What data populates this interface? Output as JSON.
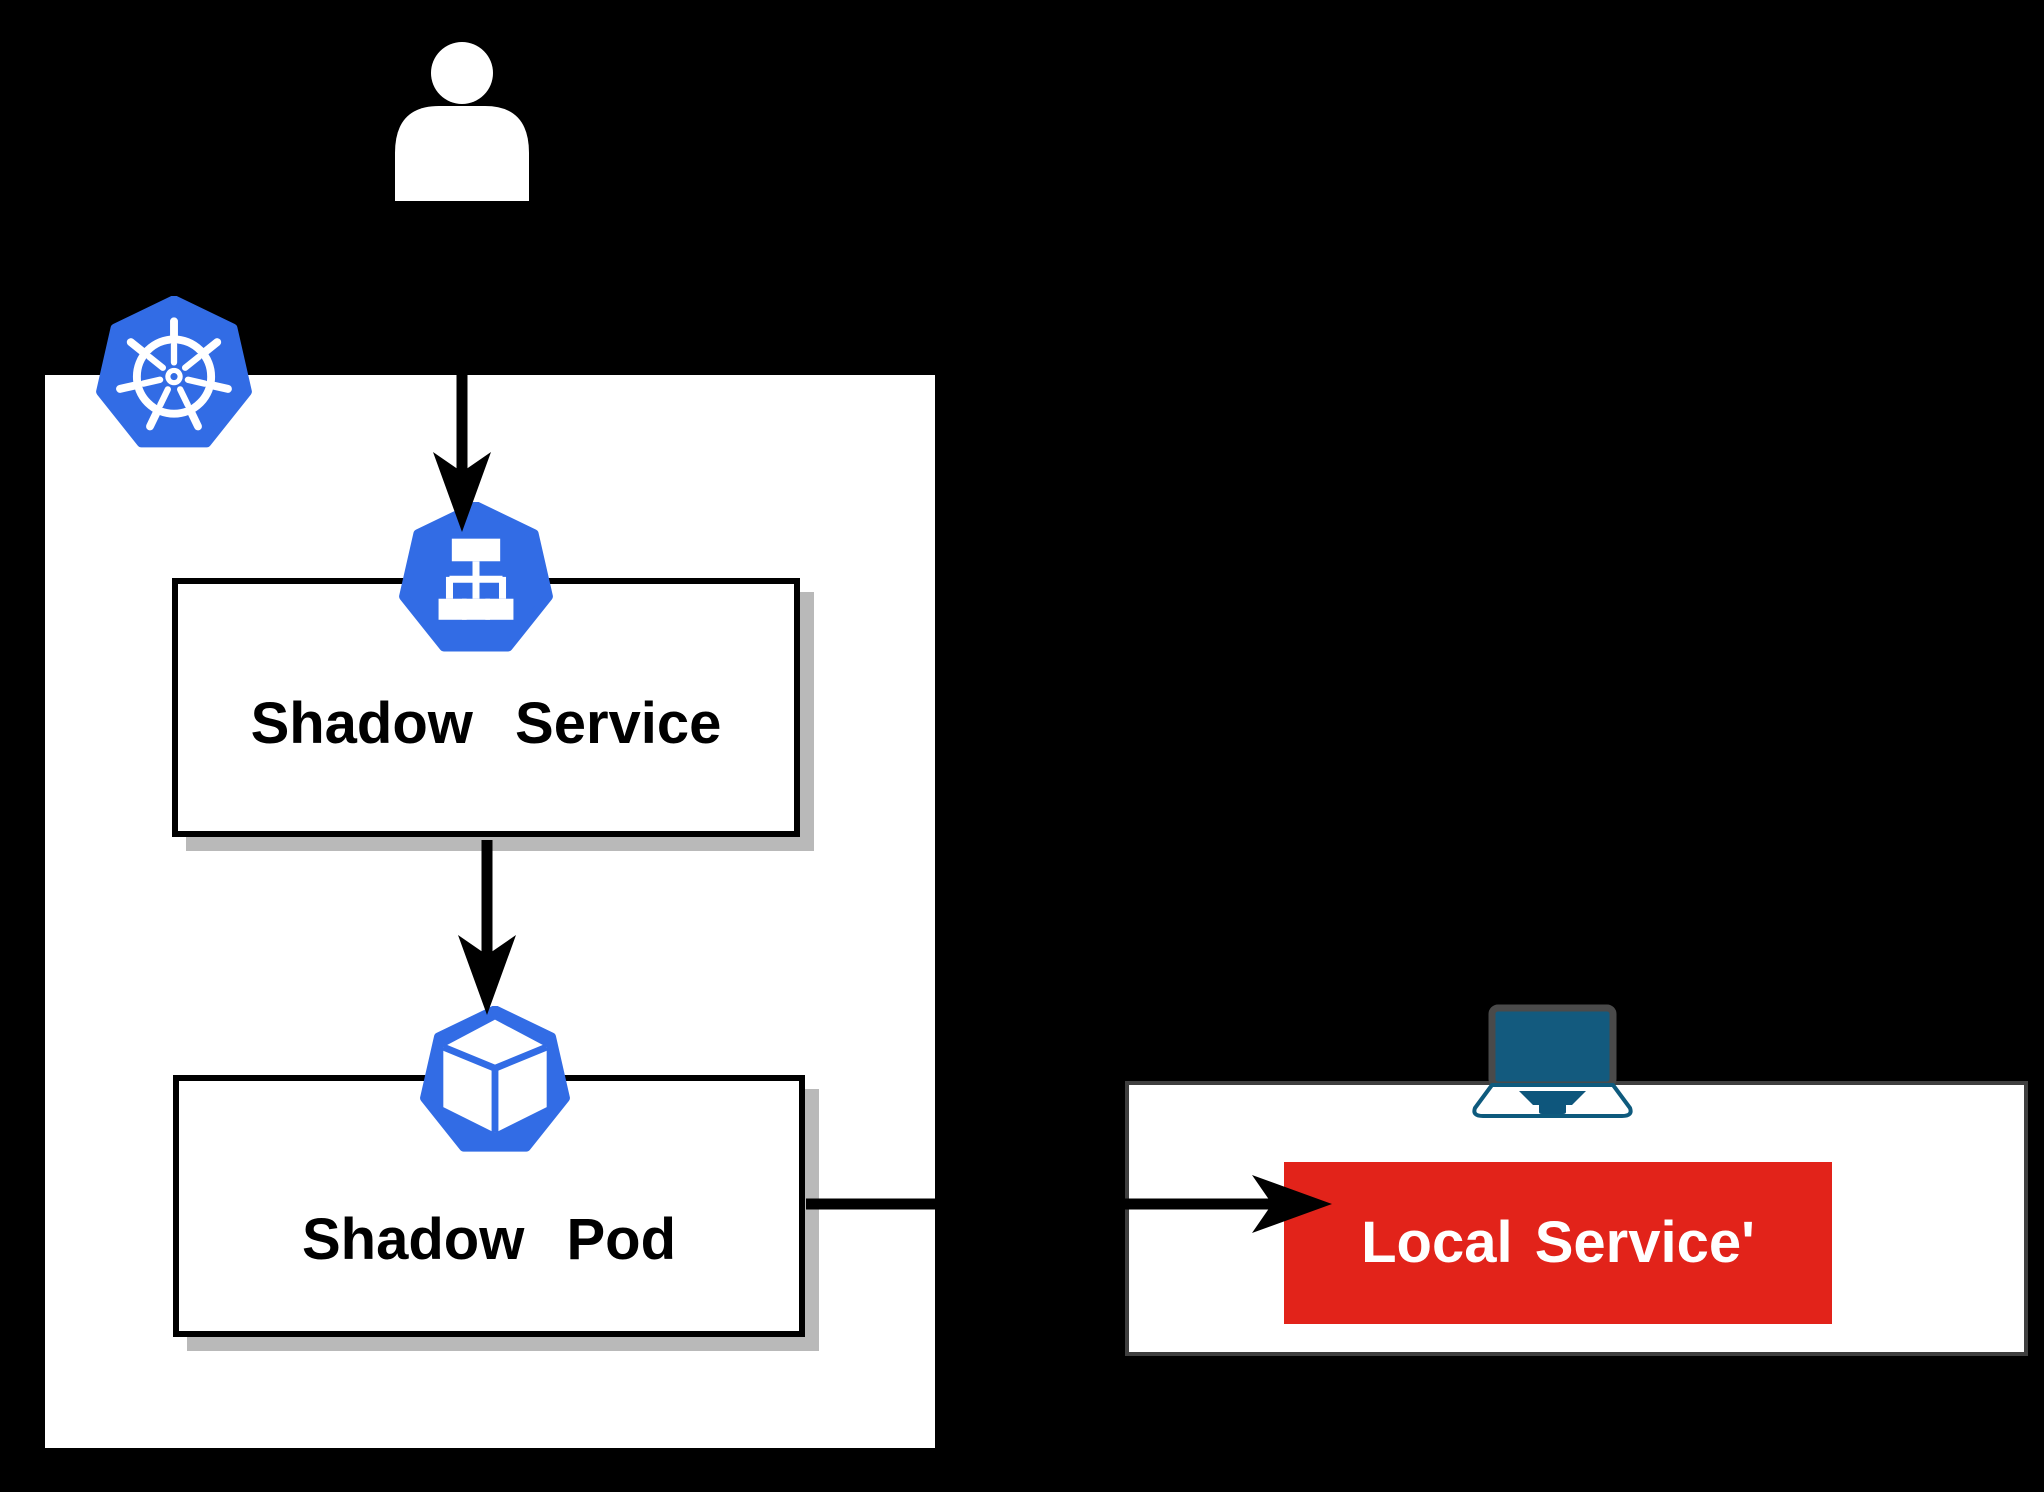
{
  "diagram": {
    "type": "kubernetes-architecture-diagram",
    "background_color": "#000000",
    "cluster": {
      "name": "kubernetes-cluster-boundary",
      "fill": "#ffffff",
      "logo": "kubernetes-logo-icon"
    },
    "actors": {
      "user": {
        "icon": "user-icon",
        "color": "#ffffff"
      }
    },
    "nodes": {
      "shadow_service": {
        "label": "Shadow Service",
        "icon": "k8s-service-icon",
        "fill": "#ffffff",
        "border": "#000000",
        "shadow": "#b9b9b9"
      },
      "shadow_pod": {
        "label": "Shadow Pod",
        "icon": "k8s-pod-icon",
        "fill": "#ffffff",
        "border": "#000000",
        "shadow": "#b9b9b9"
      },
      "local_service": {
        "label": "Local Service'",
        "fill": "#e2231a",
        "text_color": "#ffffff",
        "host_icon": "laptop-icon"
      }
    },
    "edges": [
      {
        "name": "user-to-shadow-service",
        "style": "solid-black-arrow",
        "direction": "down"
      },
      {
        "name": "shadow-service-to-shadow-pod",
        "style": "solid-black-arrow",
        "direction": "down"
      },
      {
        "name": "shadow-pod-to-local-service",
        "style": "solid-black-arrow",
        "direction": "right"
      }
    ],
    "colors": {
      "kubernetes_blue": "#326ce5",
      "arrow_black": "#000000",
      "node_shadow_gray": "#b9b9b9",
      "host_box_border": "#3f3f3f",
      "laptop_screen": "#135a7e",
      "laptop_outline": "#0e5a7d",
      "local_service_red": "#e2231a"
    }
  }
}
